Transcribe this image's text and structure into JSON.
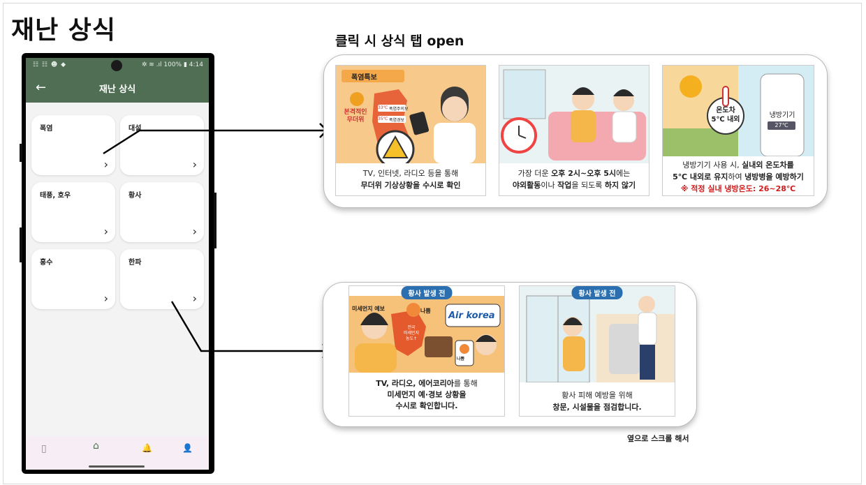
{
  "slide": {
    "title": "재난 상식",
    "hint_title": "클릭 시 상식 탭 open",
    "scroll_note": "옆으로 스크롤 해서"
  },
  "phone": {
    "status_left": "☷ ☷ ☻ ◆",
    "status_right": "✲ ≋ .ıl 100% ▮ 4:14",
    "appbar_title": "재난 상식",
    "back_icon": "←",
    "cards": [
      {
        "label": "폭염"
      },
      {
        "label": "대설"
      },
      {
        "label": "태풍, 호우"
      },
      {
        "label": "황사"
      },
      {
        "label": "홍수"
      },
      {
        "label": "한파"
      }
    ],
    "chevron": "›",
    "nav": {
      "map": "▯",
      "home": "⌂",
      "bell": "🔔",
      "user": "👤"
    }
  },
  "heat_panel": {
    "tile1": {
      "banner": "폭염특보",
      "warn_small_1": "폭염주의보",
      "warn_small_2": "폭염경보",
      "temp_1": "33℃",
      "temp_2": "35℃",
      "label": "본격적인 무더위",
      "caption_1": "TV, 인터넷, 라디오 등을 통해",
      "caption_2": "무더위 기상상황을 수시로 확인"
    },
    "tile2": {
      "caption_1a": "가장 더운 ",
      "caption_1b": "오후 2시~오후 5시",
      "caption_1c": "에는",
      "caption_2a": "야외활동",
      "caption_2b": "이나 ",
      "caption_2c": "작업",
      "caption_2d": "을 되도록 ",
      "caption_2e": "하지 않기"
    },
    "tile3": {
      "bubble_1": "온도차",
      "bubble_2": "5℃ 내외",
      "ac_label": "냉방기기",
      "ac_temp": "27℃",
      "caption_1a": "냉방기기 사용 시, ",
      "caption_1b": "실내외 온도차를",
      "caption_2a": "5℃ 내외로 유지",
      "caption_2b": "하여 ",
      "caption_2c": "냉방병을 예방하기",
      "caption_3": "※ 적정 실내 냉방온도: 26~28℃"
    }
  },
  "dust_panel": {
    "tile1": {
      "badge": "황사 발생 전",
      "banner": "미세먼지 예보",
      "face_label": "나쁨",
      "map_label_1": "전국",
      "map_label_2": "미세먼지",
      "map_label_3": "농도↑",
      "logo": "Air korea",
      "phone_label": "나쁨",
      "caption_1a": "TV, 라디오, 에어코리아",
      "caption_1b": "를 통해",
      "caption_2": "미세먼지 예·경보 상황을",
      "caption_3": "수시로 확인합니다."
    },
    "tile2": {
      "badge": "황사 발생 전",
      "caption_1": "황사 피해 예방을 위해",
      "caption_2": "창문, 시설물을 점검합니다."
    }
  },
  "colors": {
    "appbar": "#4f6e53",
    "accent_blue": "#2c6fb0",
    "warning_red": "#d21c1c",
    "tile_orange": "#f6c27a"
  }
}
